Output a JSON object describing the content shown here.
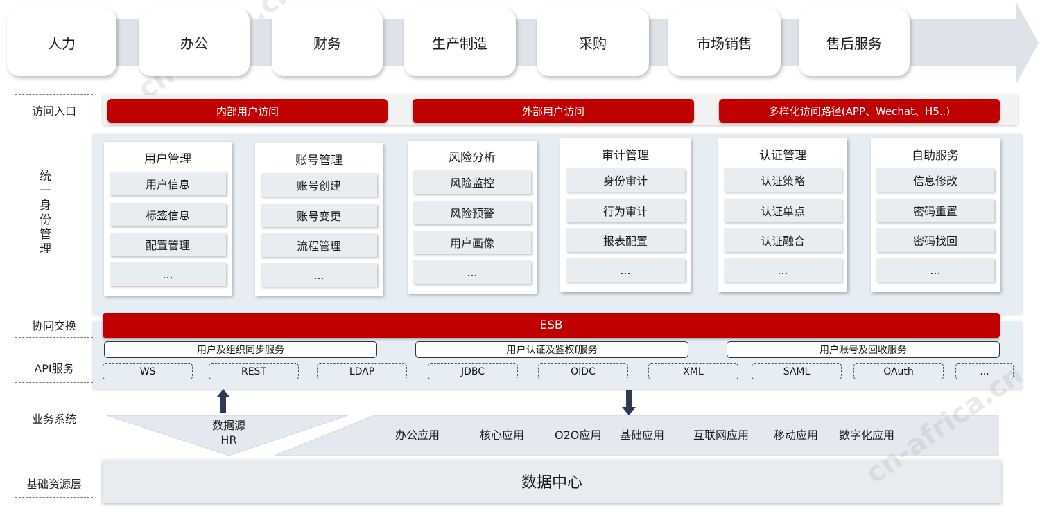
{
  "departments": [
    "人力",
    "办公",
    "财务",
    "生产制造",
    "采购",
    "市场销售",
    "售后服务"
  ],
  "left_labels": {
    "access": "访问入口",
    "identity": "统一身份管理",
    "exchange": "协同交换",
    "api": "API服务",
    "business": "业务系统",
    "base": "基础资源层"
  },
  "access_entries": [
    "内部用户访问",
    "外部用户访问",
    "多样化访问路径(APP、Wechat、H5..)"
  ],
  "modules": [
    {
      "title": "用户管理",
      "items": [
        "用户信息",
        "标签信息",
        "配置管理",
        "..."
      ]
    },
    {
      "title": "账号管理",
      "items": [
        "账号创建",
        "账号变更",
        "流程管理",
        "..."
      ]
    },
    {
      "title": "风险分析",
      "items": [
        "风险监控",
        "风险预警",
        "用户画像",
        "..."
      ]
    },
    {
      "title": "审计管理",
      "items": [
        "身份审计",
        "行为审计",
        "报表配置",
        "..."
      ]
    },
    {
      "title": "认证管理",
      "items": [
        "认证策略",
        "认证单点",
        "认证融合",
        "..."
      ]
    },
    {
      "title": "自助服务",
      "items": [
        "信息修改",
        "密码重置",
        "密码找回",
        "..."
      ]
    }
  ],
  "esb": "ESB",
  "services": [
    "用户及组织同步服务",
    "用户认证及鉴权f服务",
    "用户账号及回收服务"
  ],
  "protocols": [
    "WS",
    "REST",
    "LDAP",
    "JDBC",
    "OIDC",
    "XML",
    "SAML",
    "OAuth",
    "..."
  ],
  "data_source": {
    "line1": "数据源",
    "line2": "HR"
  },
  "apps": [
    "办公应用",
    "核心应用",
    "O2O应用",
    "基础应用",
    "互联网应用",
    "移动应用",
    "数字化应用"
  ],
  "datacenter": "数据中心",
  "watermark": "cn-africa.cn",
  "colors": {
    "accent_red": "#c00000",
    "panel_blue": "#e6eef4",
    "arrow_gray": "#dde3e8"
  }
}
